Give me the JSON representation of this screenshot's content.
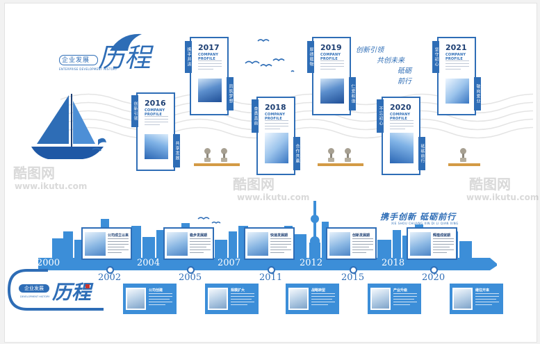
{
  "header": {
    "title_small": "企业发展",
    "title_big": "历程",
    "subtitle_en": "ENTERPRISE DEVELOPMENT HISTORY"
  },
  "slogan_top": [
    "创新引领",
    "共创未来",
    "砥砺前行"
  ],
  "cards": [
    {
      "year": "2017",
      "label": "COMPANY PROFILE",
      "tab_a": "携手并进",
      "tab_b": "同筑梦想"
    },
    {
      "year": "2016",
      "label": "COMPANY PROFILE",
      "tab_a": "创新引领",
      "tab_b": "共享发展"
    },
    {
      "year": "2018",
      "label": "COMPANY PROFILE",
      "tab_a": "奋勇直前",
      "tab_b": "合作共赢"
    },
    {
      "year": "2019",
      "label": "COMPANY PROFILE",
      "tab_a": "厚德载物",
      "tab_b": "仁爱和谐"
    },
    {
      "year": "2020",
      "label": "COMPANY PROFILE",
      "tab_a": "不忘初心",
      "tab_b": "砥砺前行"
    },
    {
      "year": "2021",
      "label": "COMPANY PROFILE",
      "tab_a": "坚守初心",
      "tab_b": "敬岗爱业"
    }
  ],
  "watermark": {
    "brand": "酷图网",
    "url": "www.ikutu.com"
  },
  "slogan_bottom": {
    "main": "携手创新 砥砺前行",
    "pinyin": "XIE SHOU CHUANG XIN DI LI QIAN XING"
  },
  "timeline": {
    "top_years": [
      "2000",
      "2004",
      "2007",
      "2012",
      "2018"
    ],
    "bottom_years": [
      "2002",
      "2005",
      "2011",
      "2015",
      "2020"
    ]
  },
  "badge": {
    "small": "企业发展",
    "big": "历程",
    "en": "DEVELOPMENT HISTORY"
  },
  "upper_cards": [
    {
      "title": "公司成立以来"
    },
    {
      "title": "稳步发展期"
    },
    {
      "title": "快速发展期"
    },
    {
      "title": "创新发展期"
    },
    {
      "title": "辉煌成就期"
    }
  ],
  "lower_cards": [
    {
      "title": "公司创建"
    },
    {
      "title": "规模扩大"
    },
    {
      "title": "战略转型"
    },
    {
      "title": "产业升级"
    },
    {
      "title": "继往开来"
    }
  ],
  "colors": {
    "primary": "#2e6db6",
    "light": "#3c8ed8",
    "dark": "#1d3f73",
    "wood": "#d39a45"
  }
}
